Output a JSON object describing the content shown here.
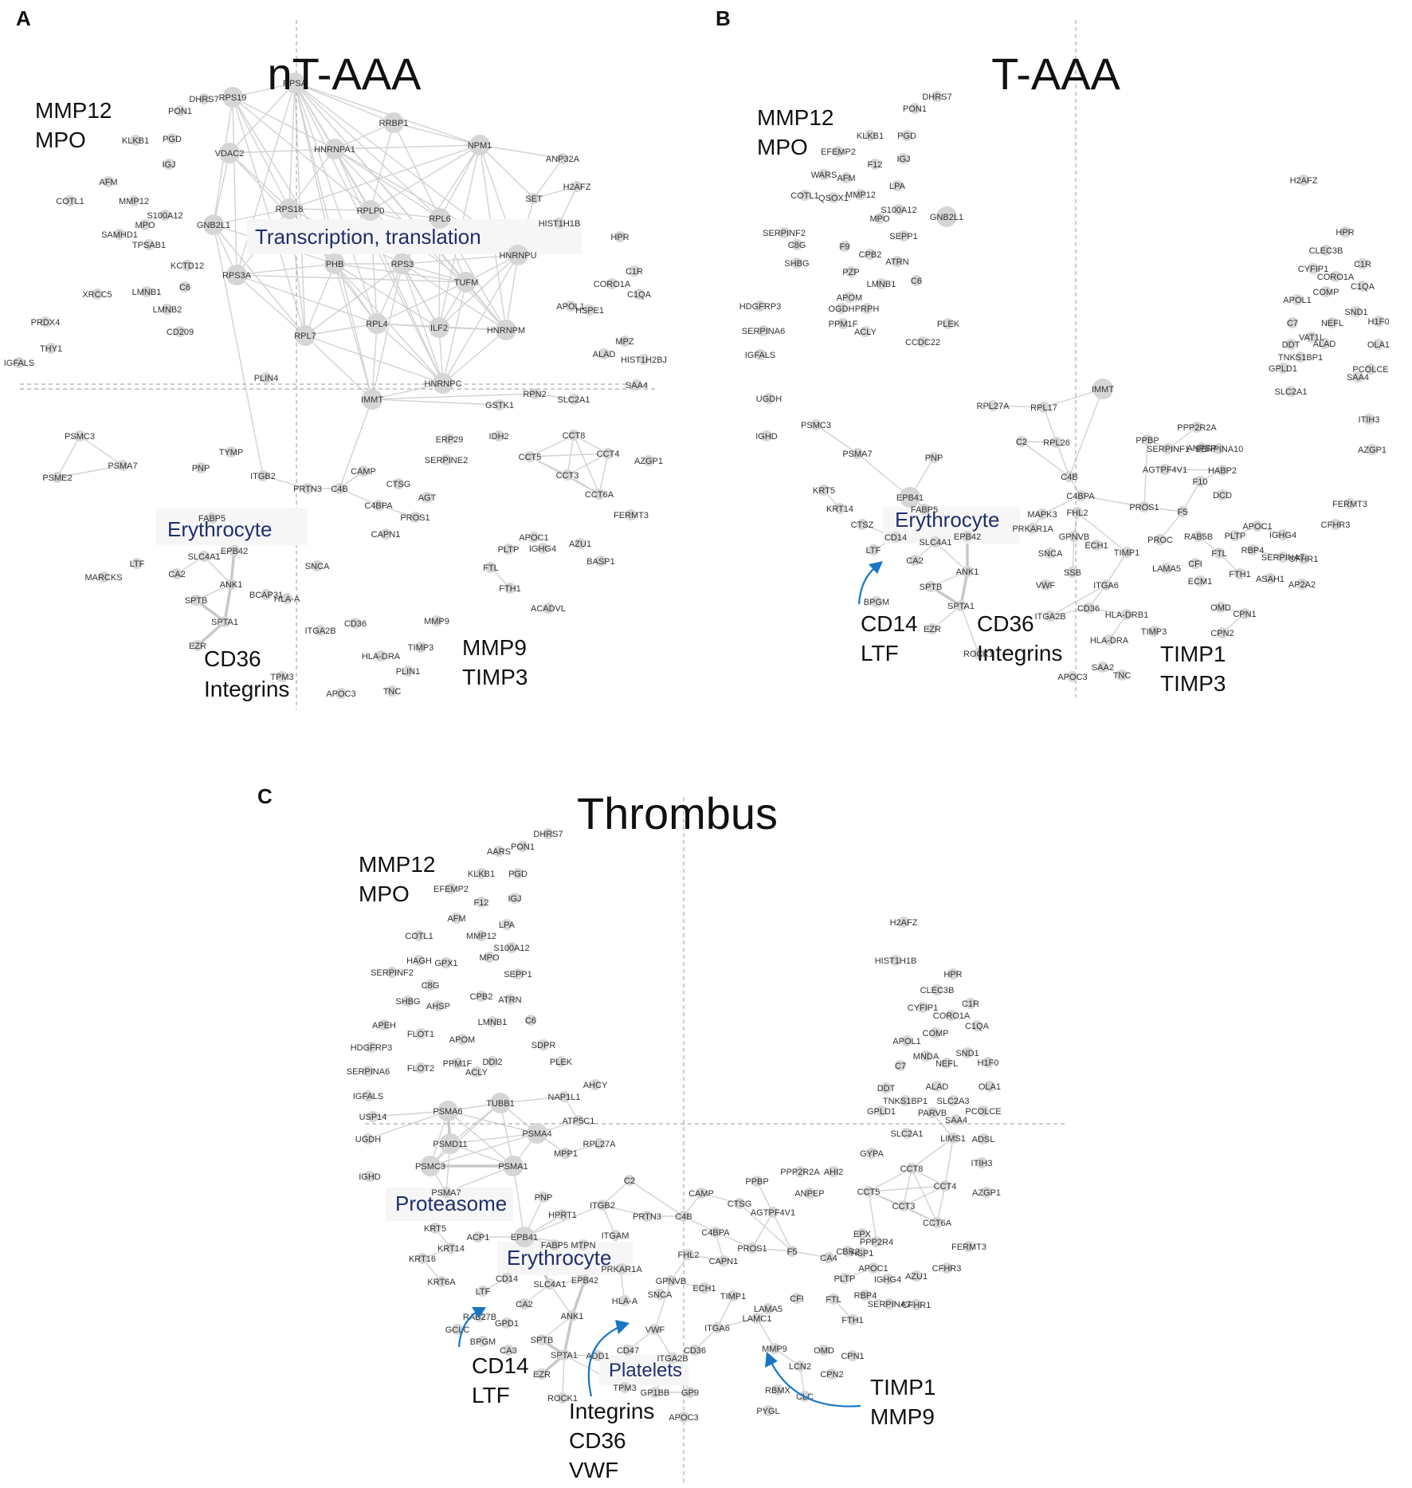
{
  "colors": {
    "node": "#d6d6d6",
    "edge": "#d2d2d2",
    "cluster_text": "#1f2f6e",
    "arrow": "#1976c4",
    "axis": "#aaaaaa"
  },
  "panels": [
    {
      "letter": "A",
      "title": "nT-AAA",
      "annotations": [
        {
          "lines": [
            "MMP12",
            "MPO"
          ]
        },
        {
          "lines": [
            "CD36",
            "Integrins"
          ]
        },
        {
          "lines": [
            "MMP9",
            "TIMP3"
          ]
        }
      ],
      "clusters": [
        "Transcription, translation",
        "Erythrocyte"
      ],
      "nodes": [
        "RPSA",
        "RPS19",
        "RRBP1",
        "NPM1",
        "VDAC2",
        "HNRNPA1",
        "ANP32A",
        "H2AFZ",
        "SET",
        "RPS18",
        "RPLP0",
        "RPL6",
        "HIST1H1B",
        "GNB2L1",
        "HPR",
        "PHB",
        "RPS3",
        "HNRNPU",
        "RPS3A",
        "TUFM",
        "C1R",
        "CORO1A",
        "C1QA",
        "APOL1",
        "HSPE1",
        "RPL7",
        "RPL4",
        "ILF2",
        "HNRNPM",
        "MPZ",
        "ALAD",
        "HIST1H2BJ",
        "SAA4",
        "HNRNPC",
        "PLIN4",
        "IMMT",
        "RPN2",
        "SLC2A1",
        "GSTK1",
        "DHRS7",
        "PON1",
        "KLKB1",
        "PGD",
        "IGJ",
        "AFM",
        "COTL1",
        "MMP12",
        "S100A12",
        "MPO",
        "SAMHD1",
        "TPSAB1",
        "KCTD12",
        "XRCC5",
        "LMNB1",
        "C6",
        "LMNB2",
        "CD209",
        "PRDX4",
        "THY1",
        "IGFALS",
        "PSMC3",
        "PSMA7",
        "PSME2",
        "TYMP",
        "PNP",
        "ITGB2",
        "PRTN3",
        "C4B",
        "CAMP",
        "CTSG",
        "AGT",
        "C4BPA",
        "PROS1",
        "CAPN1",
        "ERP29",
        "IDH2",
        "SERPINE2",
        "CCT8",
        "CCT4",
        "CCT5",
        "CCT3",
        "CCT6A",
        "AZGP1",
        "FERMT3",
        "FABP5",
        "EPB42",
        "SLC4A1",
        "CA2",
        "ANK1",
        "SPTB",
        "SPTA1",
        "EZR",
        "LTF",
        "MARCKS",
        "HLA-A",
        "SNCA",
        "BCAP31",
        "ITGA2B",
        "CD36",
        "TPM3",
        "HLA-DRA",
        "TIMP3",
        "PLIN1",
        "MMP9",
        "TNC",
        "APOC3",
        "APOC1",
        "PLTP",
        "IGHG4",
        "AZU1",
        "BASP1",
        "FTL",
        "FTH1",
        "ACADVL"
      ]
    },
    {
      "letter": "B",
      "title": "T-AAA",
      "annotations": [
        {
          "lines": [
            "MMP12",
            "MPO"
          ]
        },
        {
          "lines": [
            "CD14",
            "LTF"
          ]
        },
        {
          "lines": [
            "CD36",
            "Integrins"
          ]
        },
        {
          "lines": [
            "TIMP1",
            "TIMP3"
          ]
        }
      ],
      "clusters": [
        "Erythrocyte"
      ],
      "nodes": [
        "DHRS7",
        "PON1",
        "KLKB1",
        "PGD",
        "EFEMP2",
        "IGJ",
        "F12",
        "WARS",
        "AFM",
        "LPA",
        "COTL1",
        "QSOX1",
        "MMP12",
        "S100A12",
        "MPO",
        "GNB2L1",
        "SEPP1",
        "SERPINF2",
        "C8G",
        "F9",
        "CPB2",
        "ATRN",
        "SHBG",
        "PZP",
        "LMNB1",
        "C6",
        "HDGFRP3",
        "APOM",
        "PRPH",
        "OGDH",
        "PPM1F",
        "SERPINA6",
        "ACLY",
        "PLEK",
        "CCDC22",
        "IGFALS",
        "H2AFZ",
        "HPR",
        "CLEC3B",
        "C1R",
        "CYFIP1",
        "CORO1A",
        "C1QA",
        "COMP",
        "APOL1",
        "SND1",
        "H1F0",
        "NEFL",
        "C7",
        "VAT1L",
        "DDT",
        "ALAD",
        "OLA1",
        "TNKS1BP1",
        "GPLD1",
        "PCOLCE",
        "SAA4",
        "SLC2A1",
        "IMMT",
        "UGDH",
        "RPL27A",
        "RPL17",
        "PPP2R2A",
        "ITIH3",
        "IGHD",
        "PSMC3",
        "C2",
        "RPL26",
        "PPBP",
        "SERPINF1",
        "ANPEP",
        "SERPINA10",
        "AZGP1",
        "PSMA7",
        "PNP",
        "AGTPF4V1",
        "HABP2",
        "F10",
        "KRT5",
        "C4B",
        "EPB41",
        "FABP5",
        "KRT14",
        "C4BPA",
        "DCD",
        "FERMT3",
        "CTSZ",
        "CD14",
        "MAPK3",
        "FHL2",
        "PROS1",
        "F5",
        "CFHR3",
        "PRKAR1A",
        "EPB42",
        "SLC4A1",
        "SNCA",
        "GPNVB",
        "ECH1",
        "TIMP1",
        "PROC",
        "RAB5B",
        "PLTP",
        "APOC1",
        "IGHG4",
        "LTF",
        "CA2",
        "RBP4",
        "SERPINA7",
        "CFHR1",
        "LAMA5",
        "CFI",
        "FTL",
        "FTH1",
        "ASAH1",
        "AP2A2",
        "ECM1",
        "SPTB",
        "ANK1",
        "SSB",
        "VWF",
        "ITGA6",
        "BPGM",
        "SPTA1",
        "CD36",
        "ITGA2B",
        "HLA-DRB1",
        "OMD",
        "CPN1",
        "EZR",
        "HLA-DRA",
        "TIMP3",
        "CPN2",
        "ROCK1",
        "SAA2",
        "APOC3",
        "TNC"
      ]
    },
    {
      "letter": "C",
      "title": "Thrombus",
      "annotations": [
        {
          "lines": [
            "MMP12",
            "MPO"
          ]
        },
        {
          "lines": [
            "CD14",
            "LTF"
          ]
        },
        {
          "lines": [
            "Integrins",
            "CD36",
            "VWF"
          ]
        },
        {
          "lines": [
            "TIMP1",
            "MMP9"
          ]
        }
      ],
      "clusters": [
        "Proteasome",
        "Erythrocyte",
        "Platelets"
      ],
      "nodes": [
        "DHRS7",
        "AARS",
        "PON1",
        "KLKB1",
        "PGD",
        "EFEMP2",
        "IGJ",
        "F12",
        "AFM",
        "LPA",
        "COTL1",
        "MMP12",
        "S100A12",
        "MPO",
        "SEPP1",
        "HAGH",
        "GPX1",
        "SERPINF2",
        "C8G",
        "CPB2",
        "ATRN",
        "SHBG",
        "AHSP",
        "LMNB1",
        "C6",
        "APEH",
        "FLOT1",
        "APOM",
        "SDPR",
        "HDGFRP3",
        "PPM1F",
        "PLEK",
        "SERPINA6",
        "FLOT2",
        "ACLY",
        "DDI2",
        "AHCY",
        "IGFALS",
        "NAP1L1",
        "USP14",
        "PSMA6",
        "TUBB1",
        "ATP5C1",
        "UGDH",
        "PSMD11",
        "PSMA4",
        "RPL27A",
        "PSMC3",
        "PSMA1",
        "MPP1",
        "IGHD",
        "PSMA7",
        "C2",
        "PNP",
        "HPRT1",
        "ITGB2",
        "PRTN3",
        "C4B",
        "CAMP",
        "CTSG",
        "PPBP",
        "KRT5",
        "ACP1",
        "EPB41",
        "FABP5",
        "MTPN",
        "ITGAM",
        "C4BPA",
        "AGTPF4V1",
        "KRT14",
        "PROS1",
        "F5",
        "KRT16",
        "CD14",
        "PRKAR1A",
        "FHL2",
        "CAPN1",
        "KRT6A",
        "SLC4A1",
        "EPB42",
        "GPNVB",
        "ECH1",
        "LTF",
        "CA2",
        "HLA-A",
        "SNCA",
        "TIMP1",
        "ANK1",
        "RAB27B",
        "GPD1",
        "GCLC",
        "LAMC1",
        "LAMA5",
        "CFI",
        "BPGM",
        "SPTB",
        "VWF",
        "ITGA6",
        "CA3",
        "SPTA1",
        "CD47",
        "ITGA2B",
        "CD36",
        "MMP9",
        "OMD",
        "CPN1",
        "ADD1",
        "LCN2",
        "CPN2",
        "EZR",
        "TPM3",
        "GP1BB",
        "GP9",
        "RBMX",
        "CLC",
        "ROCK1",
        "APOC3",
        "PYGL",
        "H2AFZ",
        "HIST1H1B",
        "HPR",
        "CLEC3B",
        "C1R",
        "CYFIP1",
        "CORO1A",
        "C1QA",
        "COMP",
        "APOL1",
        "SND1",
        "MNDA",
        "NEFL",
        "H1F0",
        "C7",
        "DDT",
        "ALAD",
        "OLA1",
        "TNKS1BP1",
        "SLC2A3",
        "PCOLCE",
        "GPLD1",
        "PARVB",
        "SAA4",
        "SLC2A1",
        "LIMS1",
        "ADSL",
        "ITIH3",
        "GYPA",
        "PPP2R2A",
        "AHI2",
        "ANPEP",
        "CCT8",
        "CCT4",
        "CCT5",
        "CCT3",
        "AZGP1",
        "CCT6A",
        "PPP2R4",
        "FERMT3",
        "EPX",
        "CA4",
        "CBR2",
        "HSP1",
        "APOC1",
        "AZU1",
        "CFHR3",
        "PLTP",
        "IGHG4",
        "FTL",
        "RBP4",
        "SERPINA7",
        "CFHR1",
        "FTH1"
      ]
    }
  ]
}
